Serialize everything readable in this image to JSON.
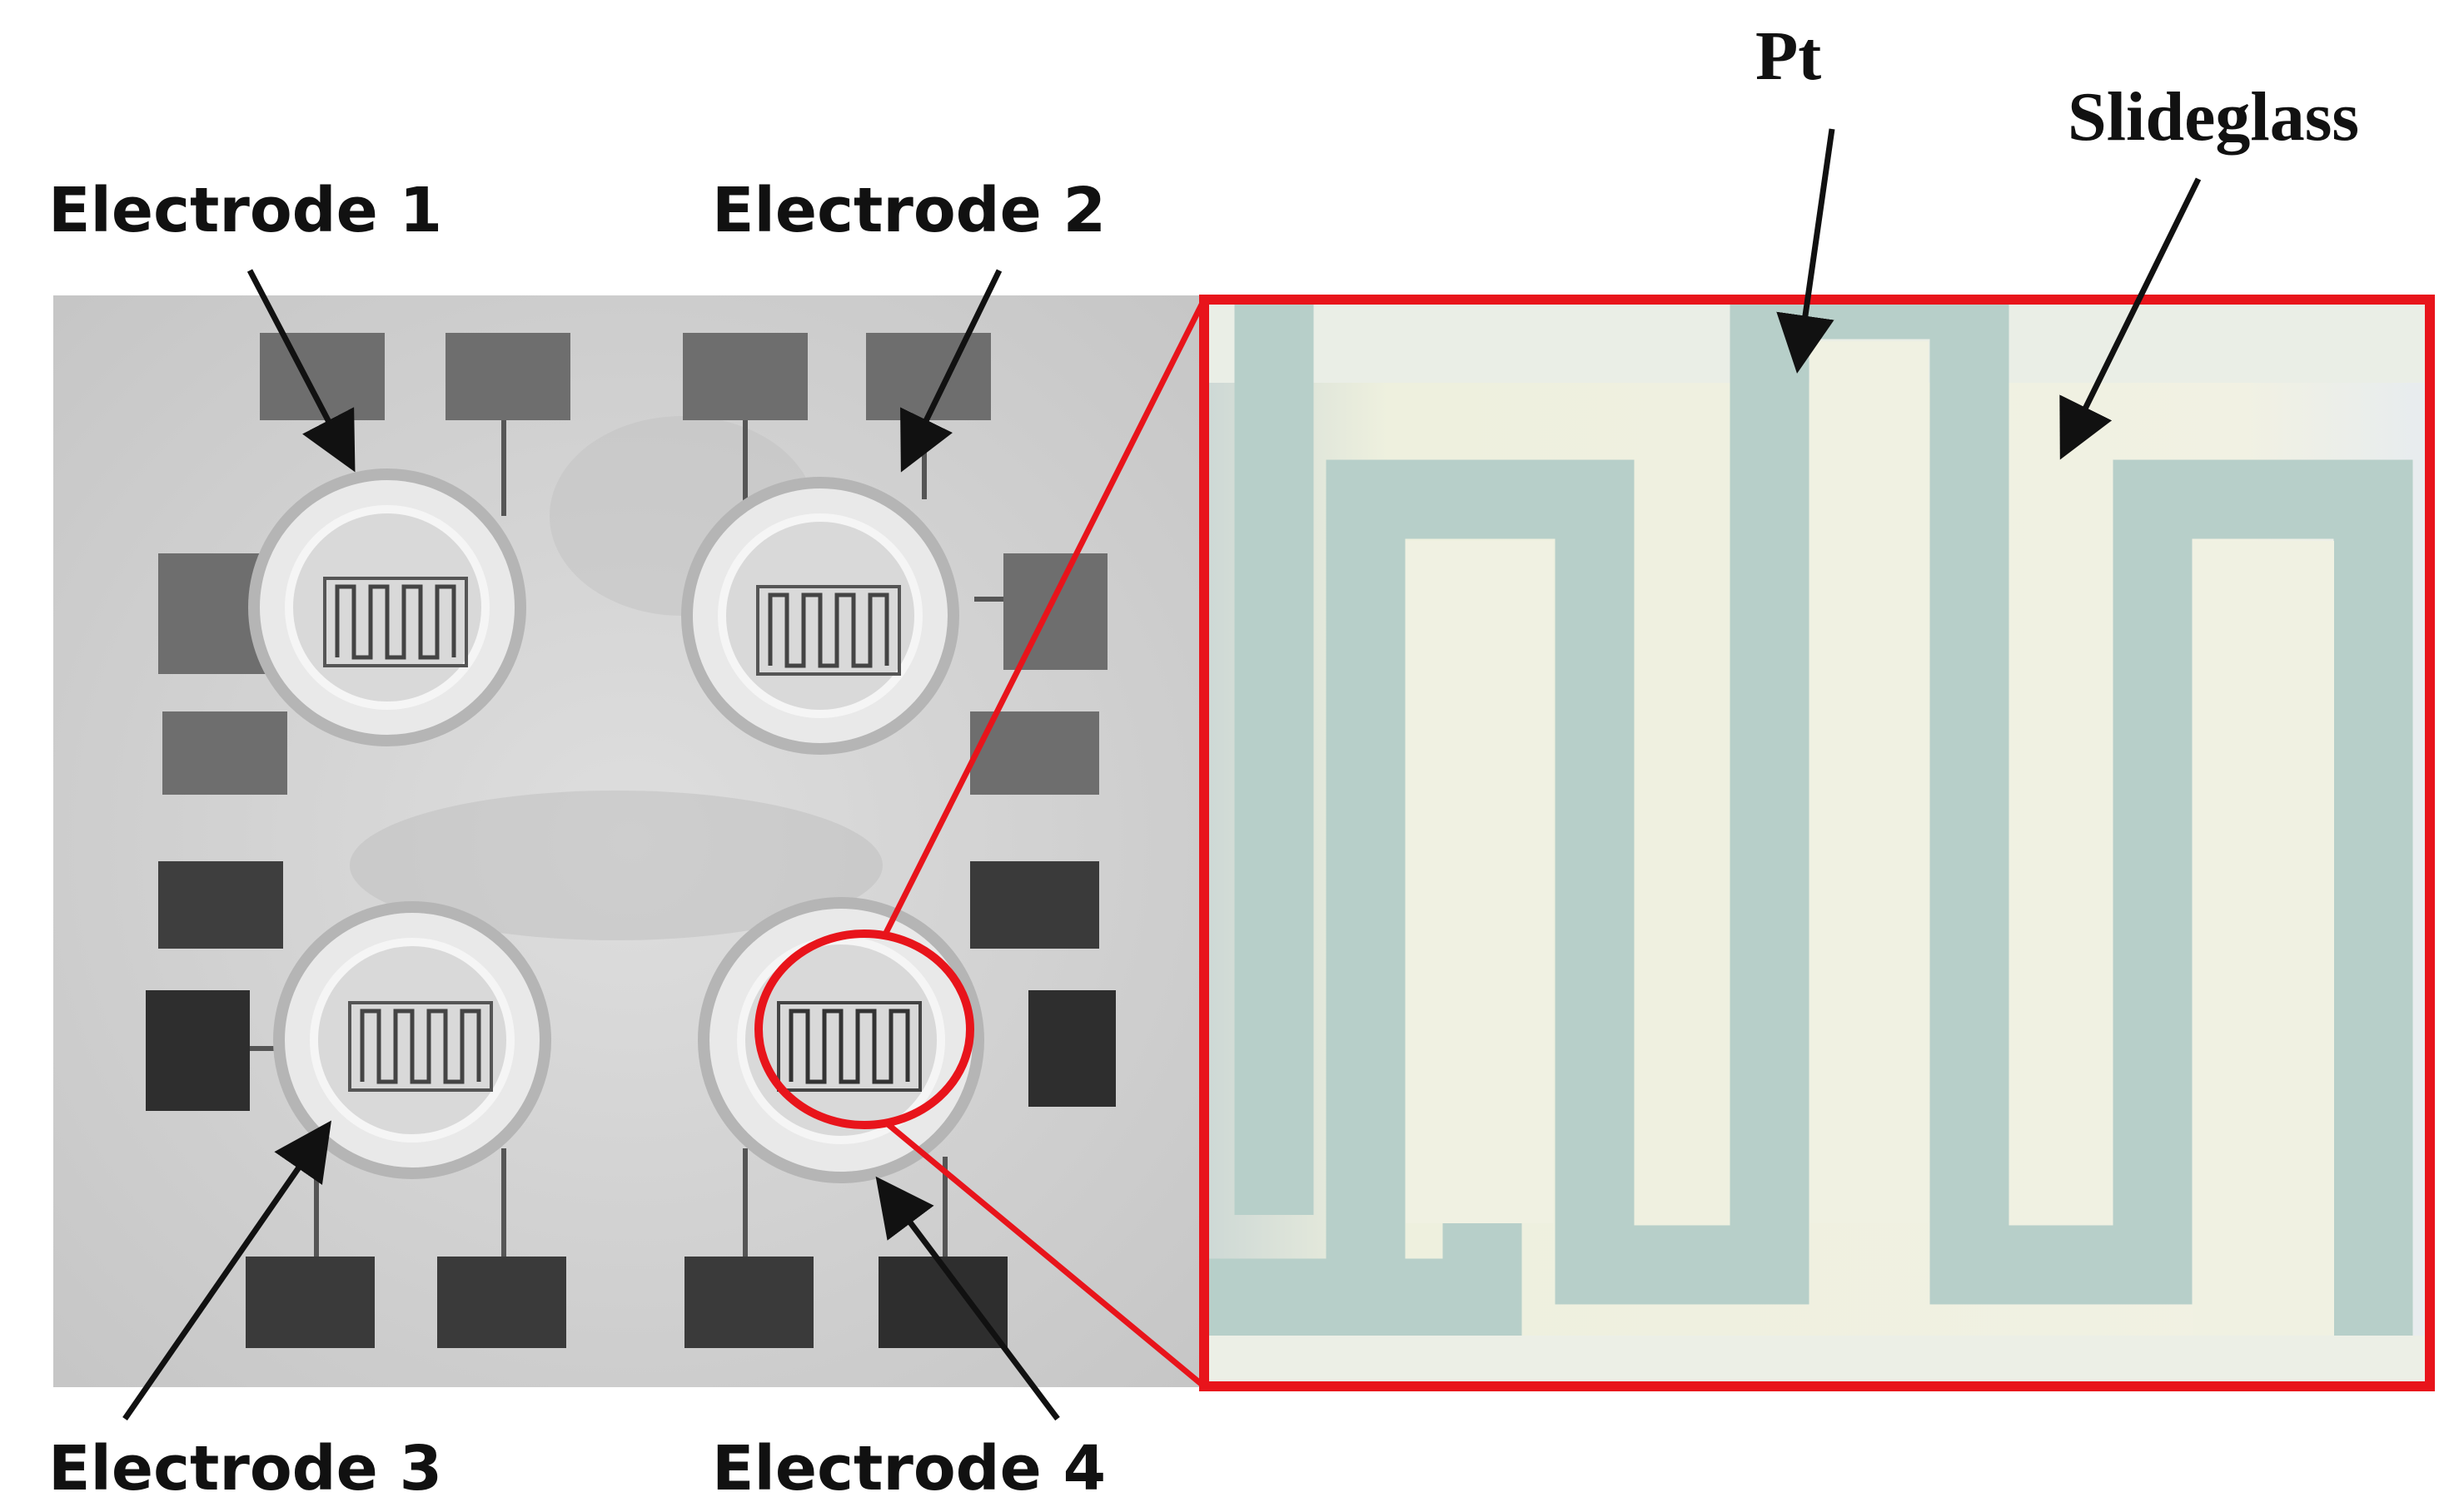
{
  "labels": {
    "electrode_1": "Electrode 1",
    "electrode_2": "Electrode 2",
    "electrode_3": "Electrode 3",
    "electrode_4": "Electrode 4",
    "pt": "Pt",
    "slideglass": "Slideglass"
  },
  "colors": {
    "highlight": "#e8141b",
    "platinum_trace": "#b7cfc9",
    "glass": "#eef0de",
    "photo_background": "#d6d6d6",
    "pad_dark": "#5a5a5a"
  }
}
